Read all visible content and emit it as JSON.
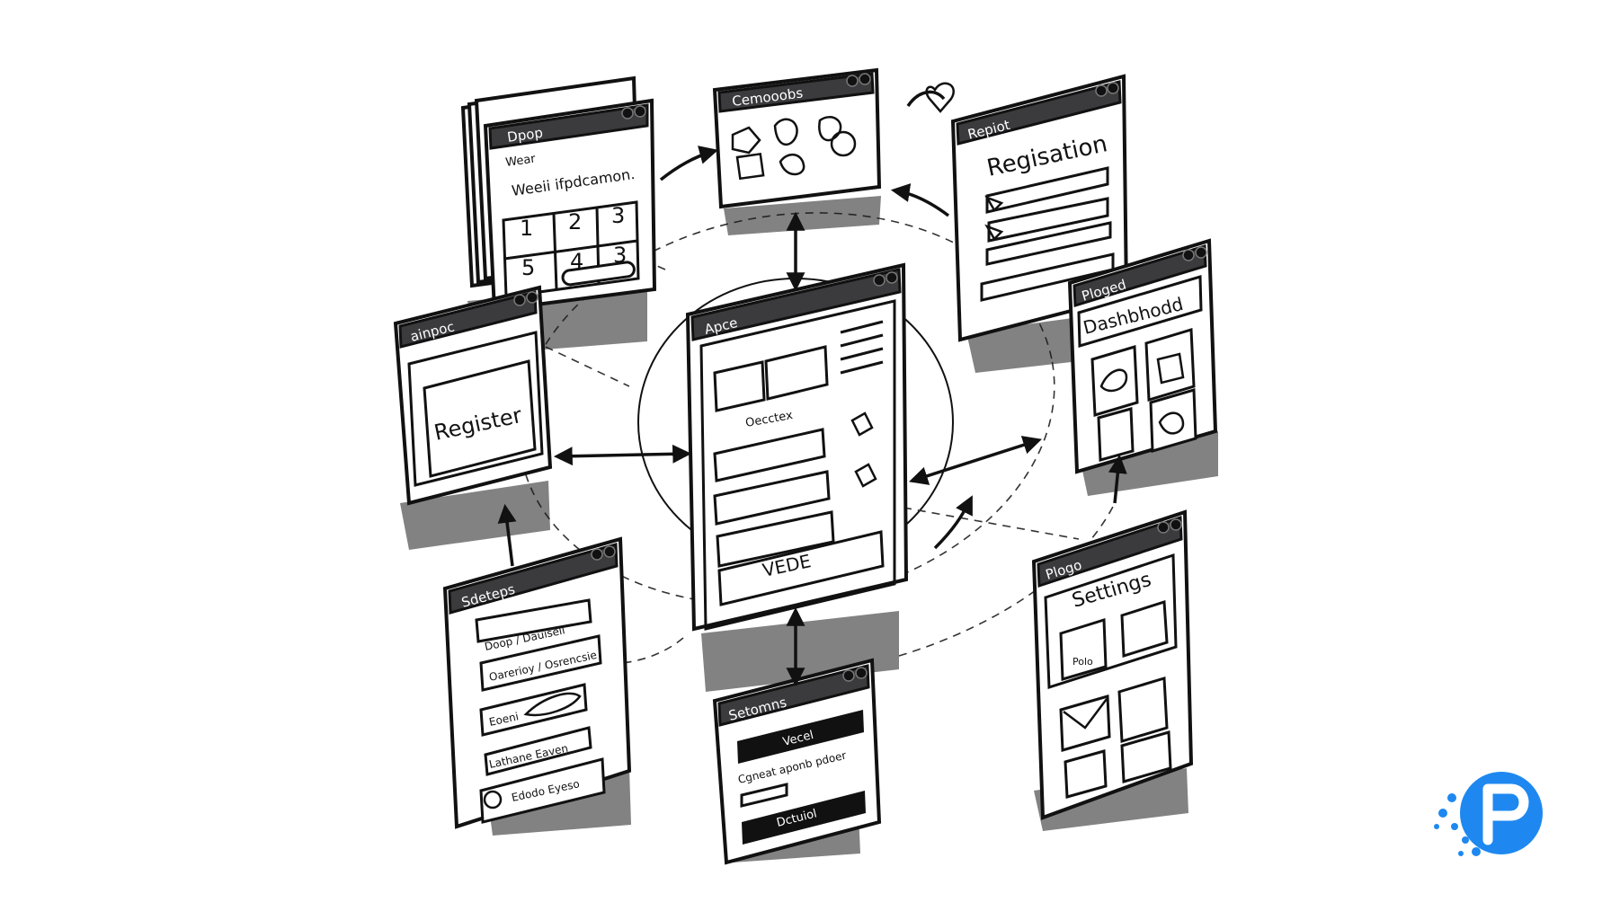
{
  "windows": {
    "calendar": {
      "title": "Dpop",
      "subtitle": "Wear",
      "heading": "Weeii ifpdcamon.",
      "cells": [
        "1",
        "2",
        "3",
        "5",
        "4",
        "3"
      ]
    },
    "gallery": {
      "title": "Cemooobs"
    },
    "registration": {
      "title": "Repiot",
      "heading": "Regisation"
    },
    "register": {
      "title": "ainpoc",
      "button": "Register"
    },
    "main": {
      "title": "Apce",
      "section": "Oecctex",
      "button": "VEDE"
    },
    "dashboard": {
      "title": "Ploged",
      "heading": "Dashbhodd"
    },
    "steps": {
      "title": "Sdeteps",
      "rows": [
        "Doop / Dauiseli",
        "Oarerioy / Osrencsie",
        "Eoeni",
        "Lathane Eaven",
        "Edodo   Eyeso"
      ]
    },
    "settings_center": {
      "title": "Setomns",
      "button_top": "Vecel",
      "text": "Cgneat aponb pdoer",
      "button_bottom": "Dctuiol"
    },
    "settings_right": {
      "title": "Plogo",
      "heading": "Settings",
      "badge": "Polo"
    }
  },
  "icons": [
    "heart-icon",
    "leaf-icon",
    "flower-icon",
    "cursor-icon",
    "image-icon",
    "envelope-icon",
    "toggle-icon",
    "toolbar-icon"
  ],
  "colors": {
    "ink": "#111111",
    "titlebar": "#3b3b3e",
    "logo_blue": "#1e88f0"
  }
}
